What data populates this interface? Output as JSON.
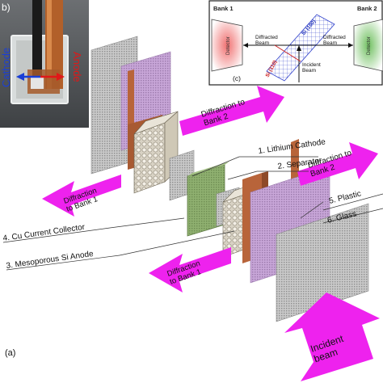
{
  "photo": {
    "panel_label": "b)",
    "cathode_label": "Cathode",
    "anode_label": "Anode"
  },
  "inset": {
    "panel_label": "(c)",
    "bank1_label": "Bank 1",
    "bank2_label": "Bank 2",
    "detector_label": "Detector",
    "si100_label": "Si (100)",
    "si110_label": "Si (110)",
    "diffracted_beam_left": "Diffracted\nBeam",
    "diffracted_beam_right": "Diffracted\nBeam",
    "incident_beam_label": "Incident\nBeam"
  },
  "main": {
    "panel_label": "(a)",
    "callouts": {
      "lithium_cathode": "1. Lithium Cathode",
      "separator": "2. Separator",
      "cu_collector": "4. Cu Current Collector",
      "si_anode": "3. Mesoporous Si Anode",
      "plastic": "5. Plastic",
      "glass": "6. Glass"
    },
    "arrows": {
      "diffraction_bank2_top": "Diffraction to\nBank 2",
      "diffraction_bank2_right": "Diffraction to\nBank 2",
      "diffraction_bank1_left": "Diffraction\nto Bank 1",
      "diffraction_bank1_bottom": "Diffraction\nto Bank 1",
      "incident_beam": "Incident\nbeam"
    }
  },
  "colors": {
    "magenta": "#ee22ee",
    "copper": "#b8643a",
    "separator_green": "#7a9b5a",
    "plastic_purple": "#b38fc9",
    "mesh_gray": "#b8b8b8",
    "cathode_blue": "#1a3fd6",
    "anode_red": "#e01818"
  }
}
